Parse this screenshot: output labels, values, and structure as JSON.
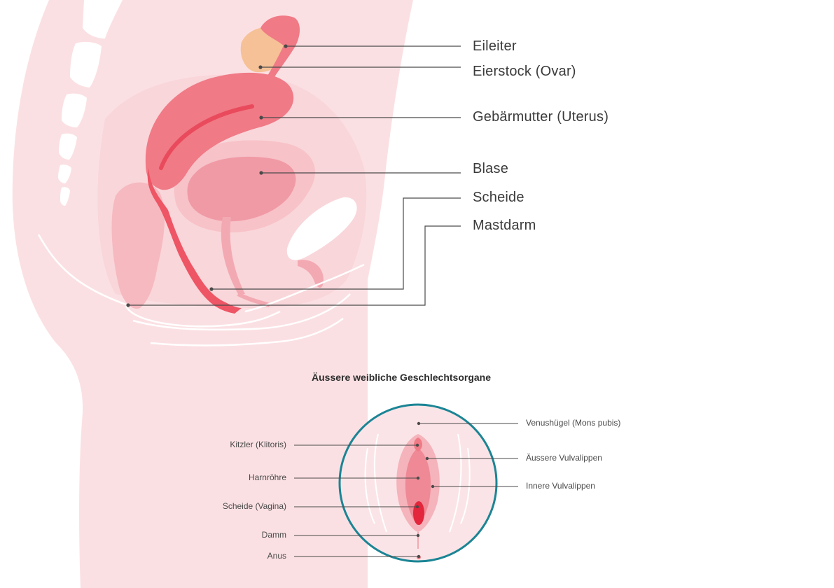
{
  "section_labels": {
    "eileiter": "Eileiter",
    "eierstock": "Eierstock (Ovar)",
    "gebaermutter": "Gebärmutter (Uterus)",
    "blase": "Blase",
    "scheide": "Scheide",
    "mastdarm": "Mastdarm"
  },
  "external": {
    "title": "Äussere weibliche Geschlechtsorgane",
    "left": {
      "kitzler": "Kitzler (Klitoris)",
      "harnroehre": "Harnröhre",
      "scheide": "Scheide (Vagina)",
      "damm": "Damm",
      "anus": "Anus"
    },
    "right": {
      "venushuegel": "Venushügel (Mons pubis)",
      "aeussere": "Äussere Vulvalippen",
      "innere": "Innere Vulvalippen"
    }
  },
  "colors": {
    "body": "#fbe0e3",
    "uterus": "#f0707c",
    "ovary": "#f6c196",
    "circle_border": "#1b8595",
    "leader": "#4a4a4a"
  }
}
